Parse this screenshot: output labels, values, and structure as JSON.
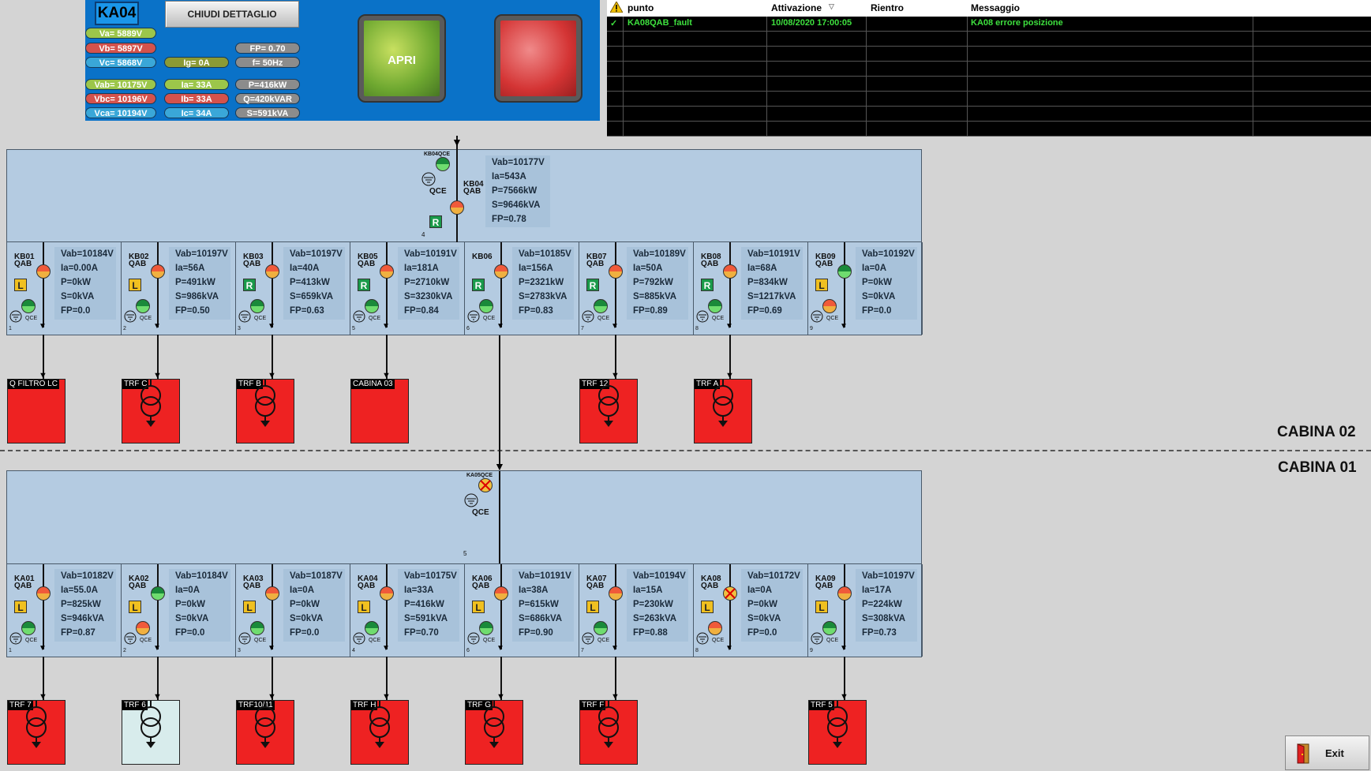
{
  "detail_panel": {
    "title": "KA04",
    "close_label": "CHIUDI DETTAGLIO",
    "open_label": "APRI",
    "meas": {
      "va": "Va= 5889V",
      "vb": "Vb= 5897V",
      "vc": "Vc= 5868V",
      "ig": "Ig= 0A",
      "fp": "FP= 0.70",
      "f": "f= 50Hz",
      "vab": "Vab= 10175V",
      "vbc": "Vbc= 10196V",
      "vca": "Vca= 10194V",
      "ia": "Ia= 33A",
      "ib": "Ib= 33A",
      "ic": "Ic= 34A",
      "p": "P=416kW",
      "q": "Q=420kVAR",
      "s": "S=591kVA"
    }
  },
  "alarms": {
    "columns": [
      "punto",
      "Attivazione",
      "Rientro",
      "Messaggio"
    ],
    "rows": [
      {
        "punto": "KA08QAB_fault",
        "attivazione": "10/08/2020 17:00:05",
        "rientro": "",
        "messaggio": "KA08 errore posizione"
      }
    ]
  },
  "cabina02": {
    "label": "CABINA 02",
    "incomer": {
      "qce_tag": "KB04QCE",
      "qce_label": "QCE",
      "name": "KB04\nQAB",
      "mode": "R",
      "num": "4",
      "lines": [
        "Vab=10177V",
        "Ia=543A",
        "P=7566kW",
        "S=9646kVA",
        "FP=0.78"
      ]
    },
    "feeders": [
      {
        "name": "KB01\nQAB",
        "badge": "L",
        "num": "1",
        "cb": "orange",
        "qce": "green",
        "lines": [
          "Vab=10184V",
          "Ia=0.00A",
          "P=0kW",
          "S=0kVA",
          "FP=0.0"
        ],
        "load": "Q FILTRO LC",
        "load_type": "plain"
      },
      {
        "name": "KB02\nQAB",
        "badge": "L",
        "num": "2",
        "cb": "orange",
        "qce": "green",
        "lines": [
          "Vab=10197V",
          "Ia=56A",
          "P=491kW",
          "S=986kVA",
          "FP=0.50"
        ],
        "load": "TRF C",
        "load_type": "trf"
      },
      {
        "name": "KB03\nQAB",
        "badge": "R",
        "num": "3",
        "cb": "orange",
        "qce": "green",
        "lines": [
          "Vab=10197V",
          "Ia=40A",
          "P=413kW",
          "S=659kVA",
          "FP=0.63"
        ],
        "load": "TRF B",
        "load_type": "trf"
      },
      {
        "name": "KB05\nQAB",
        "badge": "R",
        "num": "5",
        "cb": "orange",
        "qce": "green",
        "lines": [
          "Vab=10191V",
          "Ia=181A",
          "P=2710kW",
          "S=3230kVA",
          "FP=0.84"
        ],
        "load": "CABINA 03",
        "load_type": "plain"
      },
      {
        "name": "KB06",
        "badge": "R",
        "num": "6",
        "cb": "orange",
        "qce": "green",
        "lines": [
          "Vab=10185V",
          "Ia=156A",
          "P=2321kW",
          "S=2783kVA",
          "FP=0.83"
        ],
        "load": "",
        "load_type": "none"
      },
      {
        "name": "KB07\nQAB",
        "badge": "R",
        "num": "7",
        "cb": "orange",
        "qce": "green",
        "lines": [
          "Vab=10189V",
          "Ia=50A",
          "P=792kW",
          "S=885kVA",
          "FP=0.89"
        ],
        "load": "TRF 12",
        "load_type": "trf"
      },
      {
        "name": "KB08\nQAB",
        "badge": "R",
        "num": "8",
        "cb": "orange",
        "qce": "green",
        "lines": [
          "Vab=10191V",
          "Ia=68A",
          "P=834kW",
          "S=1217kVA",
          "FP=0.69"
        ],
        "load": "TRF A",
        "load_type": "trf"
      },
      {
        "name": "KB09\nQAB",
        "badge": "L",
        "num": "9",
        "cb": "green",
        "qce": "orange",
        "lines": [
          "Vab=10192V",
          "Ia=0A",
          "P=0kW",
          "S=0kVA",
          "FP=0.0"
        ],
        "load": "",
        "load_type": "none"
      }
    ]
  },
  "cabina01": {
    "label": "CABINA 01",
    "incomer": {
      "qce_tag": "KA05QCE",
      "qce_label": "QCE",
      "num": "5"
    },
    "feeders": [
      {
        "name": "KA01\nQAB",
        "badge": "L",
        "num": "1",
        "cb": "orange",
        "qce": "green",
        "lines": [
          "Vab=10182V",
          "Ia=55.0A",
          "P=825kW",
          "S=946kVA",
          "FP=0.87"
        ],
        "load": "TRF 7",
        "load_type": "trf"
      },
      {
        "name": "KA02\nQAB",
        "badge": "L",
        "num": "2",
        "cb": "green",
        "qce": "orange",
        "lines": [
          "Vab=10184V",
          "Ia=0A",
          "P=0kW",
          "S=0kVA",
          "FP=0.0"
        ],
        "load": "TRF 6",
        "load_type": "trf-off"
      },
      {
        "name": "KA03\nQAB",
        "badge": "L",
        "num": "3",
        "cb": "orange",
        "qce": "green",
        "lines": [
          "Vab=10187V",
          "Ia=0A",
          "P=0kW",
          "S=0kVA",
          "FP=0.0"
        ],
        "load": "TRF10/11",
        "load_type": "trf"
      },
      {
        "name": "KA04\nQAB",
        "badge": "L",
        "num": "4",
        "cb": "orange",
        "qce": "green",
        "lines": [
          "Vab=10175V",
          "Ia=33A",
          "P=416kW",
          "S=591kVA",
          "FP=0.70"
        ],
        "load": "TRF H",
        "load_type": "trf"
      },
      {
        "name": "KA06\nQAB",
        "badge": "L",
        "num": "6",
        "cb": "orange",
        "qce": "green",
        "lines": [
          "Vab=10191V",
          "Ia=38A",
          "P=615kW",
          "S=686kVA",
          "FP=0.90"
        ],
        "load": "TRF G",
        "load_type": "trf"
      },
      {
        "name": "KA07\nQAB",
        "badge": "L",
        "num": "7",
        "cb": "orange",
        "qce": "green",
        "lines": [
          "Vab=10194V",
          "Ia=15A",
          "P=230kW",
          "S=263kVA",
          "FP=0.88"
        ],
        "load": "TRF F",
        "load_type": "trf"
      },
      {
        "name": "KA08\nQAB",
        "badge": "L",
        "num": "8",
        "cb": "fault",
        "qce": "orange",
        "lines": [
          "Vab=10172V",
          "Ia=0A",
          "P=0kW",
          "S=0kVA",
          "FP=0.0"
        ],
        "load": "",
        "load_type": "none"
      },
      {
        "name": "KA09\nQAB",
        "badge": "L",
        "num": "9",
        "cb": "orange",
        "qce": "green",
        "lines": [
          "Vab=10197V",
          "Ia=17A",
          "P=224kW",
          "S=308kVA",
          "FP=0.73"
        ],
        "load": "TRF 5",
        "load_type": "trf"
      }
    ]
  },
  "qce_small": "QCE",
  "exit_label": "Exit",
  "colors": {
    "bus_bg": "#b4cbe1",
    "load_red": "#ee2222",
    "panel_blue": "#0a72c8"
  }
}
